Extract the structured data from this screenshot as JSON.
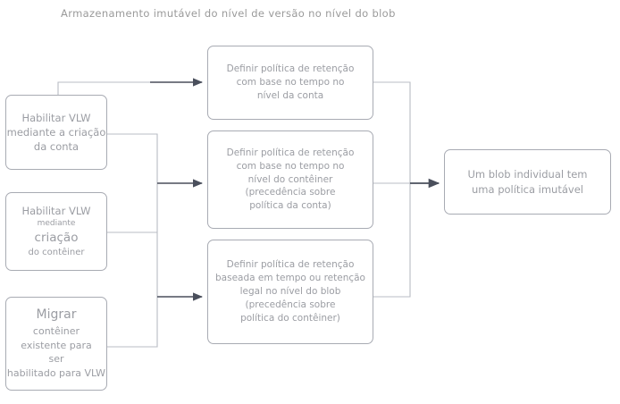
{
  "diagram": {
    "title": "Armazenamento imutável do nível de versão no nível do blob",
    "nodes": {
      "enable_vlw_account": {
        "lines": [
          "Habilitar VLW",
          "mediante a criação",
          "da conta"
        ]
      },
      "enable_vlw_container": {
        "lines": [
          "Habilitar VLW",
          "mediante",
          "criação",
          "do contêiner"
        ]
      },
      "migrate_container": {
        "lines": [
          "Migrar",
          "contêiner",
          "existente para",
          "ser",
          "habilitado para VLW"
        ]
      },
      "policy_account": {
        "lines": [
          "Definir política de retenção",
          "com base no tempo no",
          "nível da conta"
        ]
      },
      "policy_container": {
        "lines": [
          "Definir política de retenção",
          "com base no tempo no",
          "nível do contêiner",
          "(precedência sobre",
          "política da conta)"
        ]
      },
      "policy_blob": {
        "lines": [
          "Definir política de retenção",
          "baseada em tempo ou retenção",
          "legal no nível do blob",
          "(precedência sobre",
          "política do contêiner)"
        ]
      },
      "blob_immutable": {
        "lines": [
          "Um blob individual tem",
          "uma política imutável"
        ]
      }
    },
    "colors": {
      "node_border": "#a8abb3",
      "node_text": "#9b9da3",
      "title_text": "#9a9a9a",
      "edge_light": "#b9bcc4",
      "edge_dark": "#4a4f5c",
      "background": "#ffffff"
    }
  }
}
